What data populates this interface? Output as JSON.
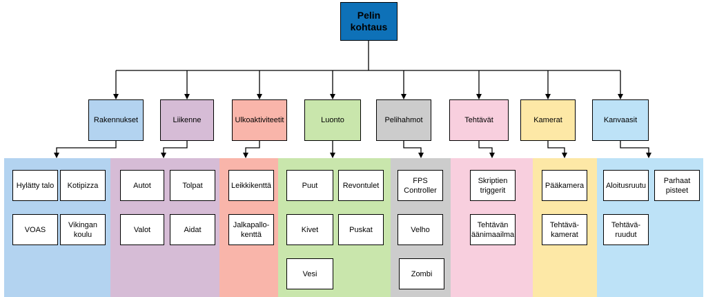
{
  "root": {
    "label": "Pelin\nkohtaus",
    "color": "#0e71b8"
  },
  "categories": [
    {
      "label": "Rakennukset",
      "color": "#b3d3f0",
      "band": "#b3d3f0",
      "leaves": [
        "Hylätty talo",
        "Kotipizza",
        "VOAS",
        "Vikingan\nkoulu"
      ]
    },
    {
      "label": "Liikenne",
      "color": "#d6bcd6",
      "band": "#d6bcd6",
      "leaves": [
        "Autot",
        "Tolpat",
        "Valot",
        "Aidat"
      ]
    },
    {
      "label": "Ulkoaktiviteetit",
      "color": "#f9b5aa",
      "band": "#f9b5aa",
      "leaves": [
        "Leikkikenttä",
        "Jalkapallo-\nkenttä"
      ]
    },
    {
      "label": "Luonto",
      "color": "#c9e6ac",
      "band": "#c9e6ac",
      "leaves": [
        "Puut",
        "Revontulet",
        "Kivet",
        "Puskat",
        "Vesi"
      ]
    },
    {
      "label": "Pelihahmot",
      "color": "#cccccc",
      "band": "#cccccc",
      "leaves": [
        "FPS\nController",
        "Velho",
        "Zombi"
      ]
    },
    {
      "label": "Tehtävät",
      "color": "#f8cfde",
      "band": "#f8cfde",
      "leaves": [
        "Skriptien\ntriggerit",
        "Tehtävän\näänimaailma"
      ]
    },
    {
      "label": "Kamerat",
      "color": "#fde8a6",
      "band": "#fde8a6",
      "leaves": [
        "Pääkamera",
        "Tehtävä-\nkamerat"
      ]
    },
    {
      "label": "Kanvaasit",
      "color": "#bde2f7",
      "band": "#bde2f7",
      "leaves": [
        "Aloitusruutu",
        "Parhaat\npisteet",
        "Tehtävä-\nruudut"
      ]
    }
  ]
}
